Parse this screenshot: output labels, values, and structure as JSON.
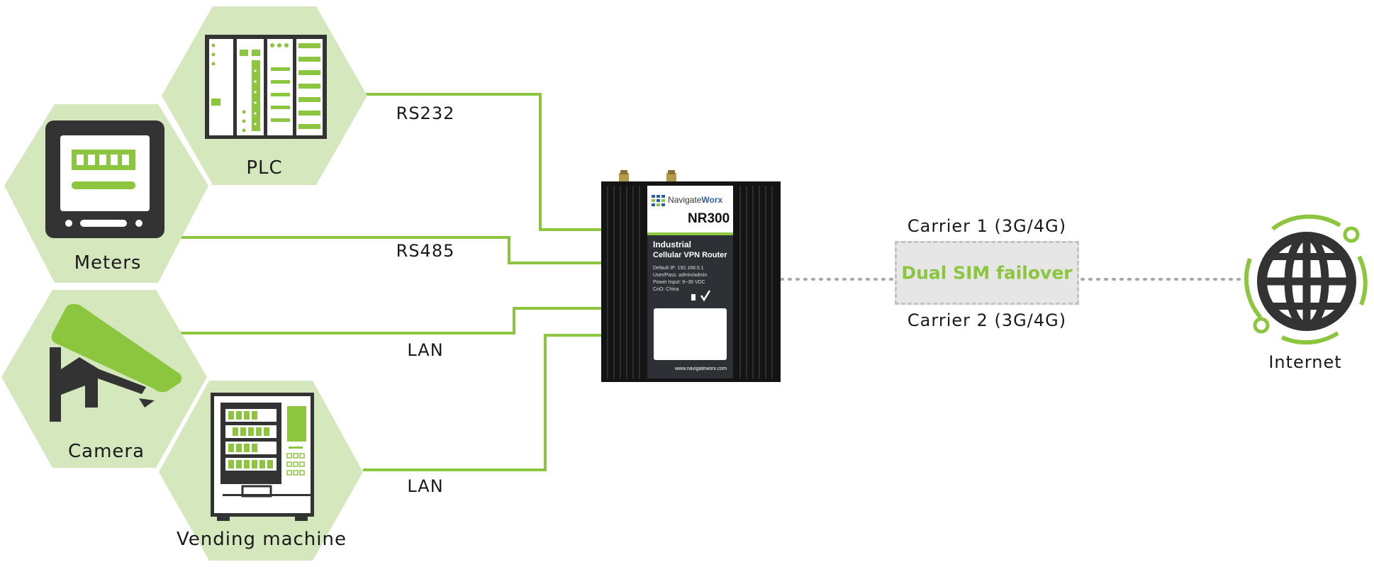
{
  "devices": {
    "plc": "PLC",
    "meters": "Meters",
    "camera": "Camera",
    "vending": "Vending machine"
  },
  "links": {
    "rs232": "RS232",
    "rs485": "RS485",
    "lan1": "LAN",
    "lan2": "LAN"
  },
  "router": {
    "brand_a": "Navigate",
    "brand_b": "Worx",
    "model": "NR300",
    "title_1": "Industrial",
    "title_2": "Cellular VPN Router",
    "spec_1": "Default IP: 192.168.5.1",
    "spec_2": "User/Pass: admin/admin",
    "spec_3": "Power Input: 9~36 VDC",
    "spec_4": "CoO: China",
    "website": "www.navigateworx.com"
  },
  "wan": {
    "carrier_1": "Carrier 1 (3G/4G)",
    "carrier_2": "Carrier 2 (3G/4G)",
    "failover": "Dual SIM failover",
    "internet": "Internet"
  },
  "colors": {
    "accent": "#8cc63f",
    "hex_fill": "#d5e8bd",
    "icon_dark": "#333333",
    "router_body": "#1b1b1b"
  }
}
